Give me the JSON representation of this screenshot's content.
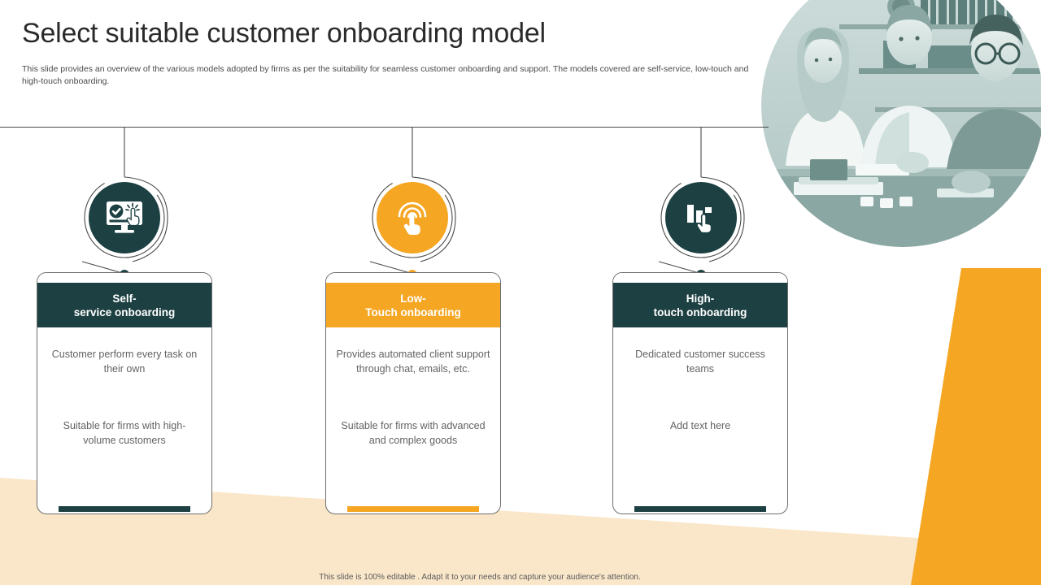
{
  "header": {
    "title": "Select suitable customer onboarding model",
    "subtitle": "This slide provides an overview of the various models adopted by firms as per the suitability for seamless customer onboarding and support. The models covered are self-service, low-touch and high-touch onboarding."
  },
  "colors": {
    "teal": "#1d4042",
    "orange": "#f5a623",
    "cream": "#fae7ca",
    "body_text": "#636363",
    "outline": "#6e6e6e"
  },
  "nodes": [
    {
      "icon": "monitor-check-click-icon",
      "accent": "teal"
    },
    {
      "icon": "touch-tap-hand-icon",
      "accent": "orange"
    },
    {
      "icon": "bar-chart-hand-icon",
      "accent": "teal"
    }
  ],
  "cards": [
    {
      "accent": "teal",
      "title_line1": "Self-",
      "title_line2": "service onboarding",
      "body1": "Customer perform every task on their own",
      "body2": "Suitable for firms with high-volume customers"
    },
    {
      "accent": "orange",
      "title_line1": "Low-",
      "title_line2": "Touch onboarding",
      "body1": "Provides automated client support through chat, emails, etc.",
      "body2": "Suitable for firms with advanced and complex goods"
    },
    {
      "accent": "teal",
      "title_line1": "High-",
      "title_line2": "touch onboarding",
      "body1": "Dedicated customer success teams",
      "body2": "Add text here"
    }
  ],
  "footer": {
    "note": "This slide is 100% editable . Adapt it to your needs and capture your audience's attention."
  },
  "photo": {
    "alt": "students-collaborating-at-table-photo"
  }
}
